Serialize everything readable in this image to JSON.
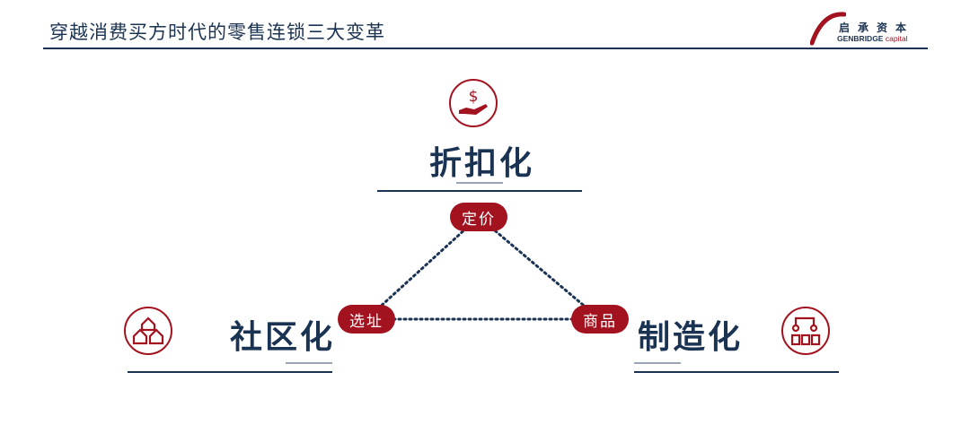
{
  "header": {
    "title": "穿越消费买方时代的零售连锁三大变革"
  },
  "logo": {
    "cn": "启承资本",
    "en_main": "GENBRIDGE",
    "en_sub": "capital"
  },
  "colors": {
    "navy": "#1b3352",
    "red": "#a3121f",
    "gray": "#9aa5b5"
  },
  "nodes": {
    "top": {
      "label": "折扣化",
      "icon": "hand-dollar-icon"
    },
    "left": {
      "label": "社区化",
      "icon": "houses-icon"
    },
    "right": {
      "label": "制造化",
      "icon": "robot-arm-icon"
    }
  },
  "pills": {
    "top": "定价",
    "left": "选址",
    "right": "商品"
  }
}
